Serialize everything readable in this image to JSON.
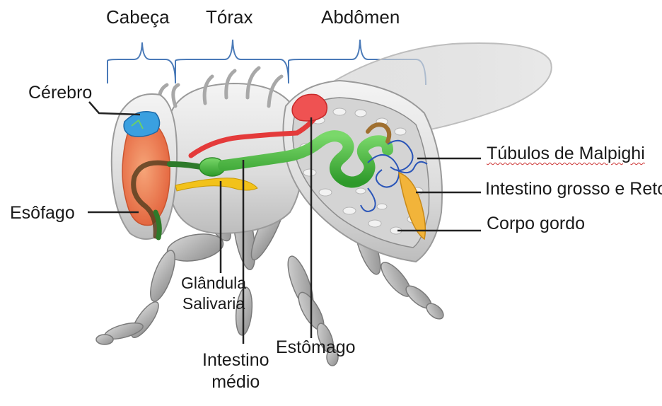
{
  "sections": {
    "head": "Cabeça",
    "thorax": "Tórax",
    "abdomen": "Abdômen"
  },
  "labels": {
    "brain": "Cérebro",
    "esophagus": "Esôfago",
    "salivary_gland_line1": "Glândula",
    "salivary_gland_line2": "Salivaria",
    "midgut_line1": "Intestino",
    "midgut_line2": "médio",
    "stomach": "Estômago",
    "malpighian": "Túbulos de Malpighi",
    "hindgut": "Intestino grosso e Reto",
    "fat_body": "Corpo gordo"
  },
  "colors": {
    "bracket": "#4a7ab8",
    "leader": "#222222",
    "body": "#e2e2e2",
    "outline": "#9a9a9a",
    "esophagus_orange": "#f06a3a",
    "midgut_green": "#3fae3a",
    "crop_red": "#e43a3a",
    "salivary_yellow": "#f2c21a",
    "malpighian_blue": "#2a55b8",
    "fat_body_gold": "#f2b43a",
    "brain_blue": "#3aa0e0",
    "wing": "#dcdcdc"
  }
}
